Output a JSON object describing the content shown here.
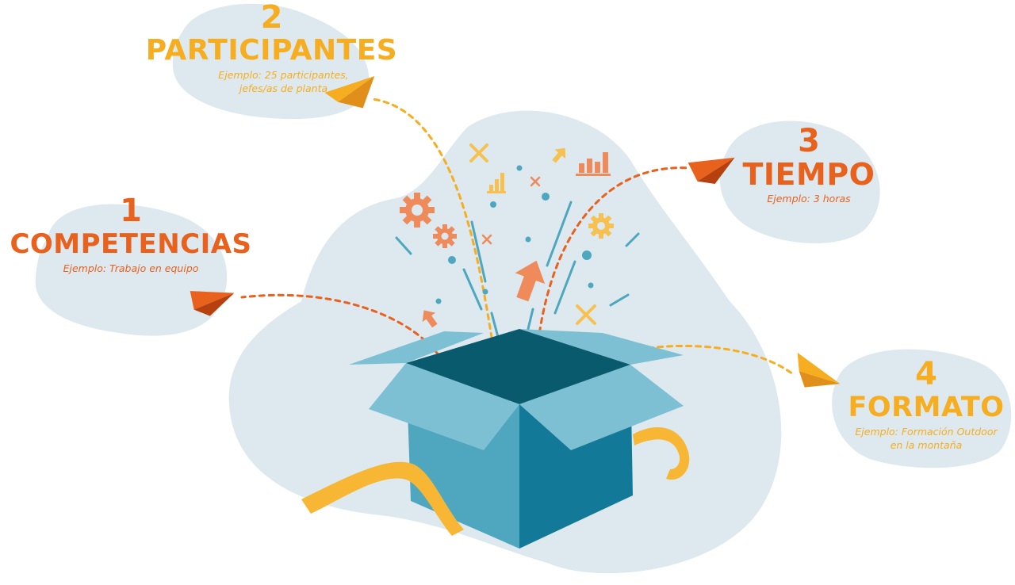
{
  "colors": {
    "cloud": "#dde9ef",
    "orange": "#e8611d",
    "yellow": "#f6ad1f",
    "box_light": "#7ec0d3",
    "box_mid": "#4ea7be",
    "box_dark": "#127a98",
    "box_inside": "#0a5a6e",
    "ribbon": "#f7b634"
  },
  "items": [
    {
      "number": "1",
      "title": "COMPETENCIAS",
      "example": [
        "Ejemplo: Trabajo en equipo"
      ],
      "color": "orange",
      "icon": "paper-plane-icon"
    },
    {
      "number": "2",
      "title": "PARTICIPANTES",
      "example": [
        "Ejemplo: 25 participantes,",
        "jefes/as de planta"
      ],
      "color": "yellow",
      "icon": "paper-plane-icon"
    },
    {
      "number": "3",
      "title": "TIEMPO",
      "example": [
        "Ejemplo: 3 horas"
      ],
      "color": "orange",
      "icon": "paper-plane-icon"
    },
    {
      "number": "4",
      "title": "FORMATO",
      "example": [
        "Ejemplo: Formación Outdoor",
        "en la montaña"
      ],
      "color": "yellow",
      "icon": "paper-plane-icon"
    }
  ],
  "center_graphic": {
    "object": "gift-box-icon",
    "decorations": [
      "gear-icon",
      "bar-chart-icon",
      "arrow-up-icon",
      "cross-icon",
      "confetti"
    ]
  }
}
